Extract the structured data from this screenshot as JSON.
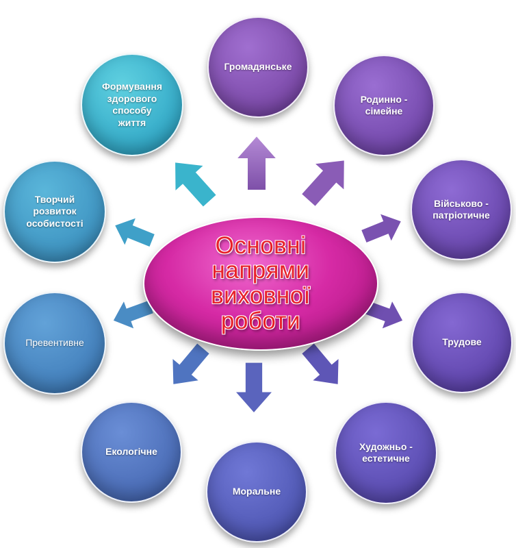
{
  "center": {
    "title": "Основні\nнапрями\nвиховної\nроботи"
  },
  "nodes": [
    {
      "label": "Громадянське"
    },
    {
      "label": "Родинно -\nсімейне"
    },
    {
      "label": "Військово  -\nпатріотичне"
    },
    {
      "label": "Трудове"
    },
    {
      "label": "Художньо -\nестетичне"
    },
    {
      "label": "Моральне"
    },
    {
      "label": "Екологічне"
    },
    {
      "label": "Превентивне"
    },
    {
      "label": "Творчий\nрозвиток\nособистості"
    },
    {
      "label": "Формування\nздорового\nспособу\nжиття"
    }
  ]
}
